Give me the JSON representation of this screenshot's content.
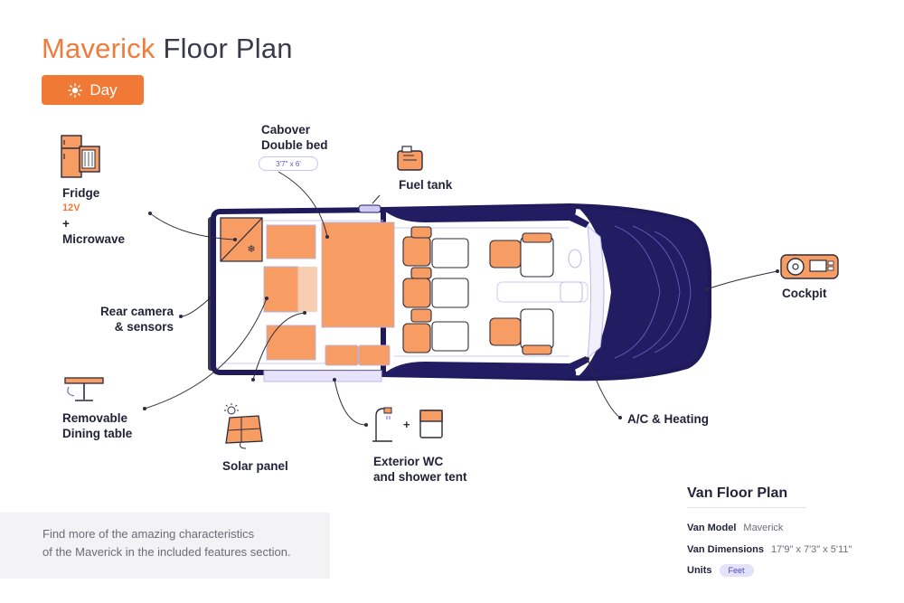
{
  "header": {
    "title_accent": "Maverick",
    "title_rest": "Floor Plan"
  },
  "toggle": {
    "label": "Day",
    "icon": "sun-icon"
  },
  "labels": {
    "fridge": "Fridge",
    "fridge_volt": "12V",
    "plus": "+",
    "microwave": "Microwave",
    "cabover_1": "Cabover",
    "cabover_2": "Double bed",
    "cabover_dims": "3'7\" x 6'",
    "fuel_tank": "Fuel tank",
    "rear_camera_1": "Rear camera",
    "rear_camera_2": "& sensors",
    "cockpit": "Cockpit",
    "dining_1": "Removable",
    "dining_2": "Dining table",
    "solar": "Solar panel",
    "wc_1": "Exterior WC",
    "wc_2": "and shower tent",
    "ac": "A/C & Heating"
  },
  "footer": {
    "line1": "Find more of the amazing characteristics",
    "line2": "of the Maverick in the included features section."
  },
  "specs": {
    "title": "Van Floor Plan",
    "model_key": "Van Model",
    "model_val": "Maverick",
    "dims_key": "Van Dimensions",
    "dims_val": "17'9\" x 7'3\" x 5'11\"",
    "units_key": "Units",
    "units_val": "Feet"
  },
  "colors": {
    "accent": "#f07a35",
    "navy": "#1f1a5c",
    "orange_fill": "#f79c63",
    "lavender": "#e4e1fb"
  }
}
